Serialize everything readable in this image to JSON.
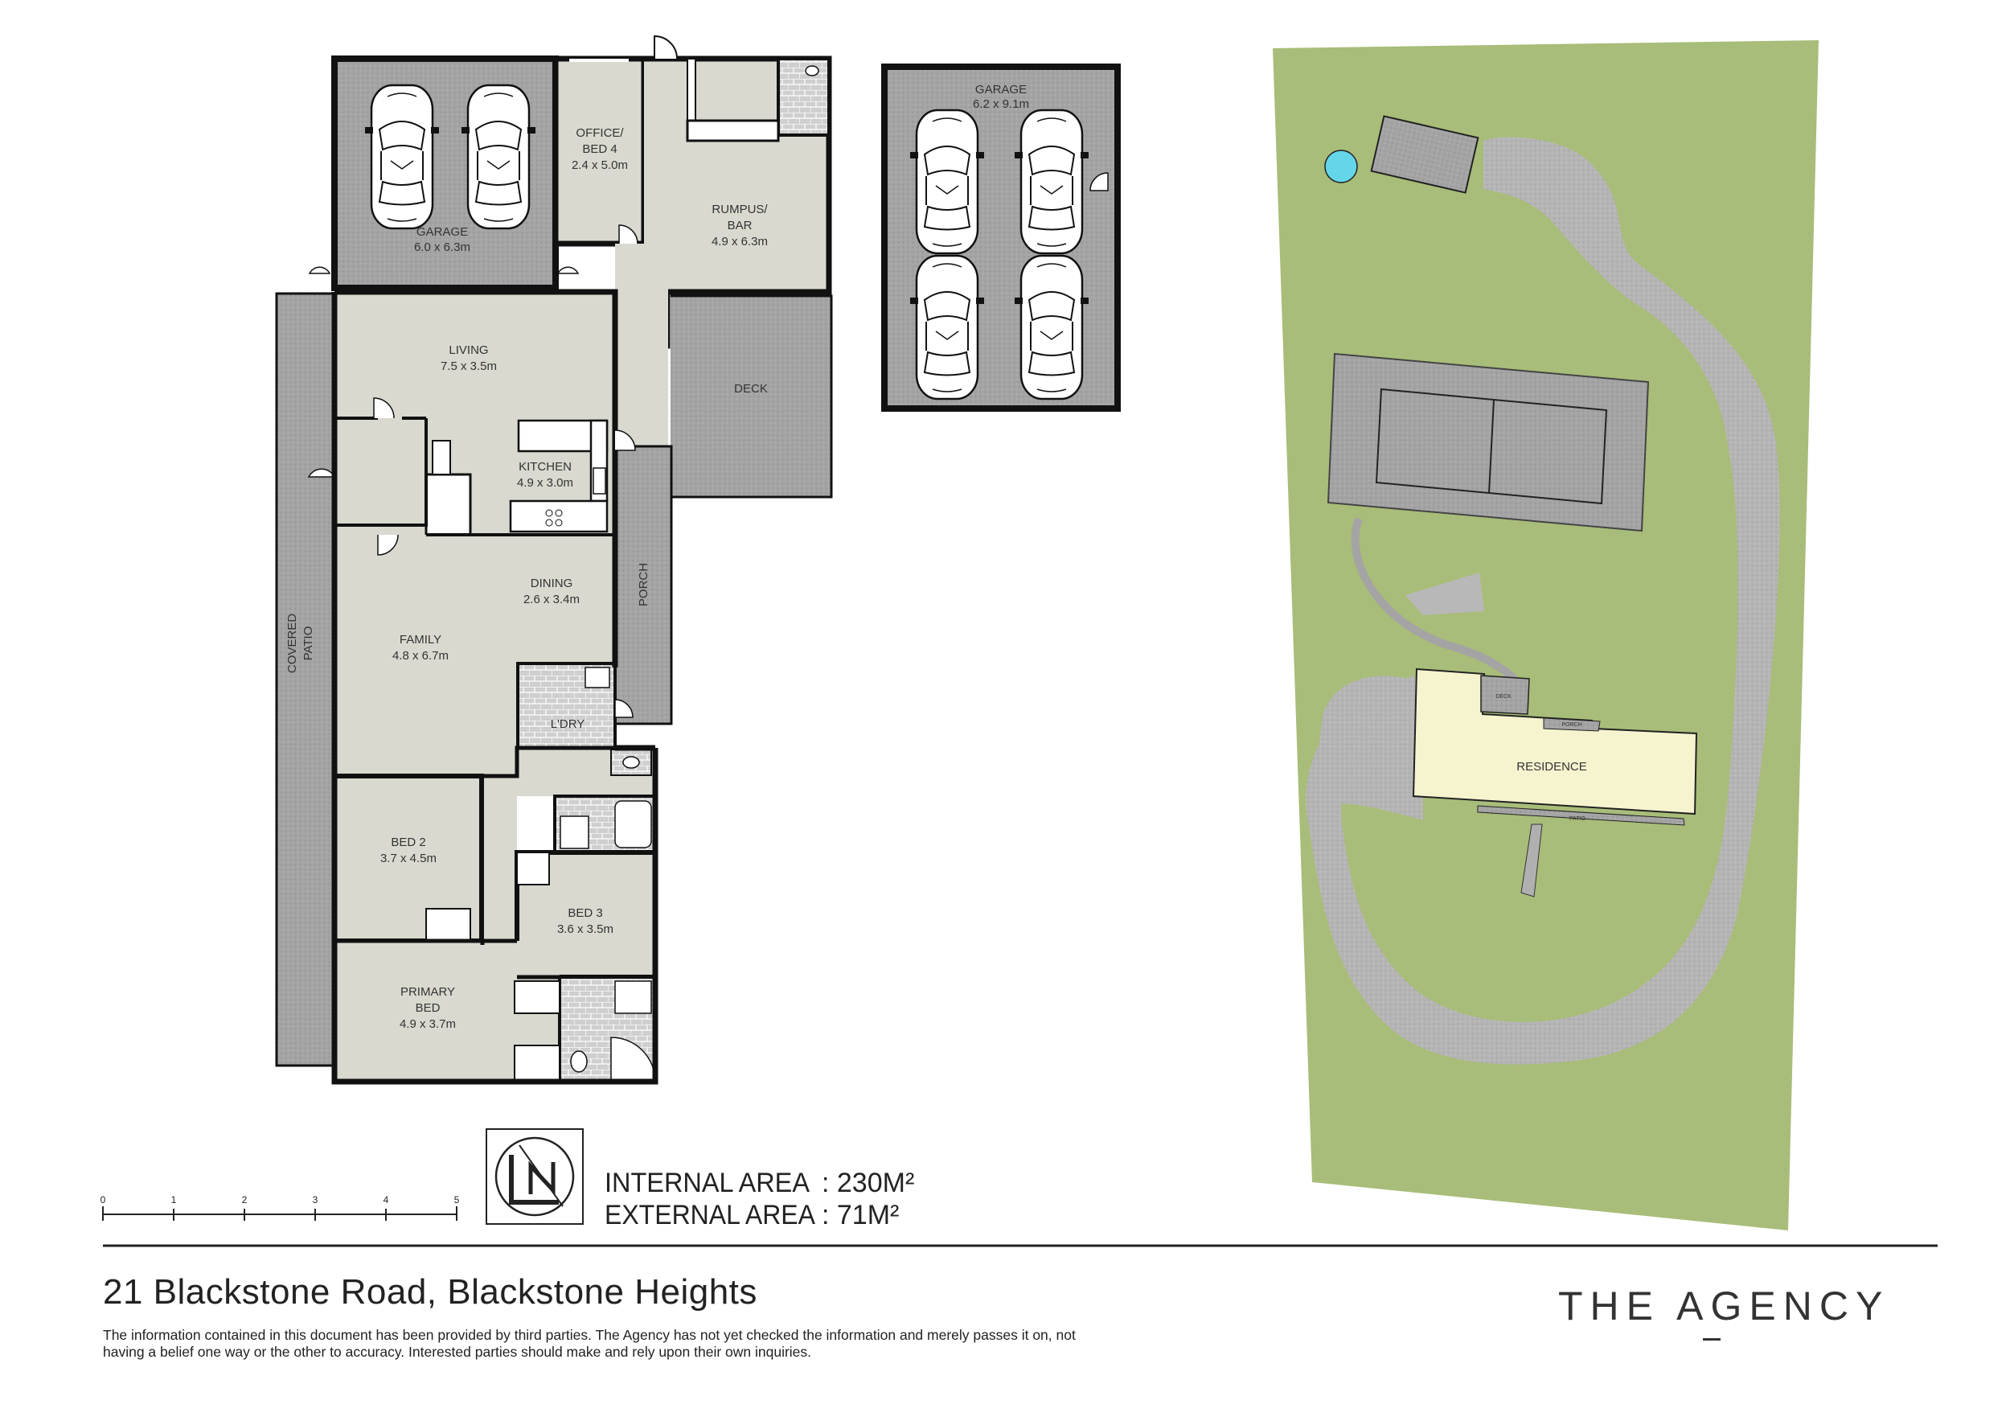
{
  "rooms": {
    "garage_main": {
      "name": "GARAGE",
      "size": "6.0 x 6.3m"
    },
    "office": {
      "name_line1": "OFFICE/",
      "name_line2": "BED 4",
      "size": "2.4 x 5.0m"
    },
    "rumpus": {
      "name_line1": "RUMPUS/",
      "name_line2": "BAR",
      "size": "4.9 x 6.3m"
    },
    "living": {
      "name": "LIVING",
      "size": "7.5 x 3.5m"
    },
    "deck": {
      "name": "DECK"
    },
    "kitchen": {
      "name": "KITCHEN",
      "size": "4.9 x 3.0m"
    },
    "dining": {
      "name": "DINING",
      "size": "2.6 x 3.4m"
    },
    "porch": {
      "name": "PORCH"
    },
    "family": {
      "name": "FAMILY",
      "size": "4.8 x 6.7m"
    },
    "covered_patio": {
      "name_line1": "COVERED",
      "name_line2": "PATIO"
    },
    "laundry": {
      "name": "L'DRY"
    },
    "bed2": {
      "name": "BED 2",
      "size": "3.7 x 4.5m"
    },
    "bed3": {
      "name": "BED 3",
      "size": "3.6 x 3.5m"
    },
    "primary_bed": {
      "name_line1": "PRIMARY",
      "name_line2": "BED",
      "size": "4.9 x 3.7m"
    },
    "garage_detached": {
      "name": "GARAGE",
      "size": "6.2 x 9.1m"
    }
  },
  "site": {
    "residence_label": "RESIDENCE",
    "deck_label": "DECK",
    "porch_label": "PORCH",
    "patio_label": "PATIO"
  },
  "scale": {
    "ticks": [
      "0",
      "1",
      "2",
      "3",
      "4",
      "5"
    ]
  },
  "areas": {
    "internal_label": "INTERNAL AREA",
    "internal_value": ": 230M²",
    "external_label": "EXTERNAL AREA",
    "external_value": ":   71M²"
  },
  "address": "21 Blackstone Road, Blackstone Heights",
  "disclaimer": "The information contained in this document has been provided by third parties. The Agency has not yet checked the information and merely passes it on, not having a belief one way or the other to accuracy. Interested parties should make and rely upon their own inquiries.",
  "brand": "THE AGENCY",
  "colors": {
    "floor": "#d9d9d0",
    "outdoor": "#a3a3a3",
    "wall": "#222222",
    "lawn": "#a8bd79",
    "residence": "#f6f4cf",
    "tile": "#c8c8c8"
  }
}
